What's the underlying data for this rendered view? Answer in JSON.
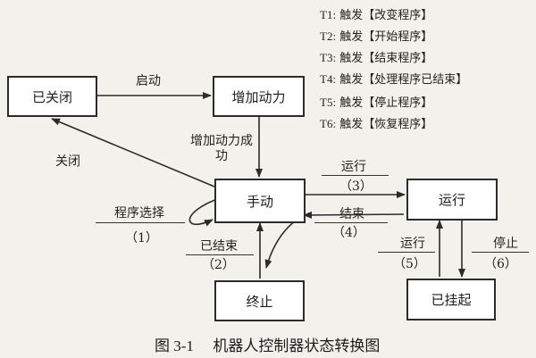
{
  "states": {
    "closed": "已关闭",
    "power": "增加动力",
    "manual": "手动",
    "running": "运行",
    "stopped": "终止",
    "suspended": "已挂起"
  },
  "transitions": {
    "start": "启动",
    "power_ok": "增加动力成功",
    "close": "关闭",
    "run_label": "运行",
    "run_num": "（3）",
    "end_label": "结束",
    "end_num": "（4）",
    "select_label": "程序选择",
    "select_num": "（1）",
    "finished_label": "已结束",
    "finished_num": "（2）",
    "resume_label": "运行",
    "resume_num": "（5）",
    "pause_label": "停止",
    "pause_num": "（6）"
  },
  "legend": [
    {
      "id": "T1:",
      "text": "触发【改变程序】"
    },
    {
      "id": "T2:",
      "text": "触发【开始程序】"
    },
    {
      "id": "T3:",
      "text": "触发【结束程序】"
    },
    {
      "id": "T4:",
      "text": "触发【处理程序已结束】"
    },
    {
      "id": "T5:",
      "text": "触发【停止程序】"
    },
    {
      "id": "T6:",
      "text": "触发【恢复程序】"
    }
  ],
  "caption": {
    "number": "图 3-1",
    "title": "机器人控制器状态转换图"
  },
  "colors": {
    "line": "#2b2b2b",
    "background": "#f3f1ec",
    "box_fill": "#ffffff"
  }
}
